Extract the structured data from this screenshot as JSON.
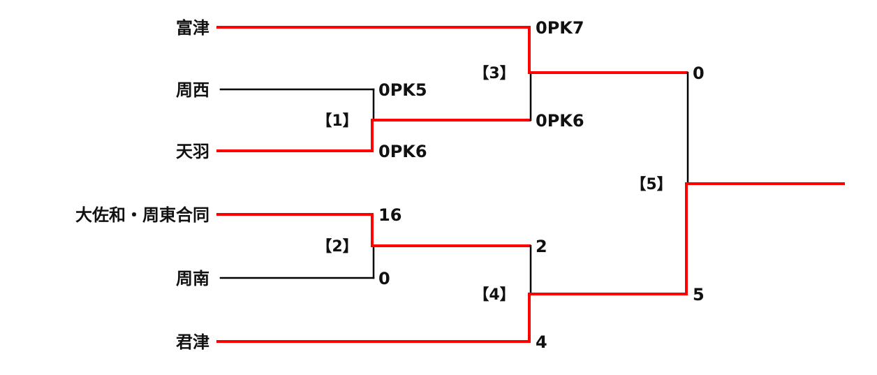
{
  "teams": [
    {
      "name": "富津"
    },
    {
      "name": "周西"
    },
    {
      "name": "天羽"
    },
    {
      "name": "大佐和・周東合同"
    },
    {
      "name": "周南"
    },
    {
      "name": "君津"
    }
  ],
  "matches": [
    {
      "label": "【1】",
      "top_score": "0PK5",
      "bottom_score": "0PK6"
    },
    {
      "label": "【2】",
      "top_score": "16",
      "bottom_score": "0"
    },
    {
      "label": "【3】",
      "top_score": "0PK7",
      "bottom_score": "0PK6"
    },
    {
      "label": "【4】",
      "top_score": "2",
      "bottom_score": "4"
    },
    {
      "label": "【5】",
      "top_score": "0",
      "bottom_score": "5"
    }
  ],
  "colors": {
    "winner_line": "#ff0000",
    "loser_line": "#000000"
  }
}
